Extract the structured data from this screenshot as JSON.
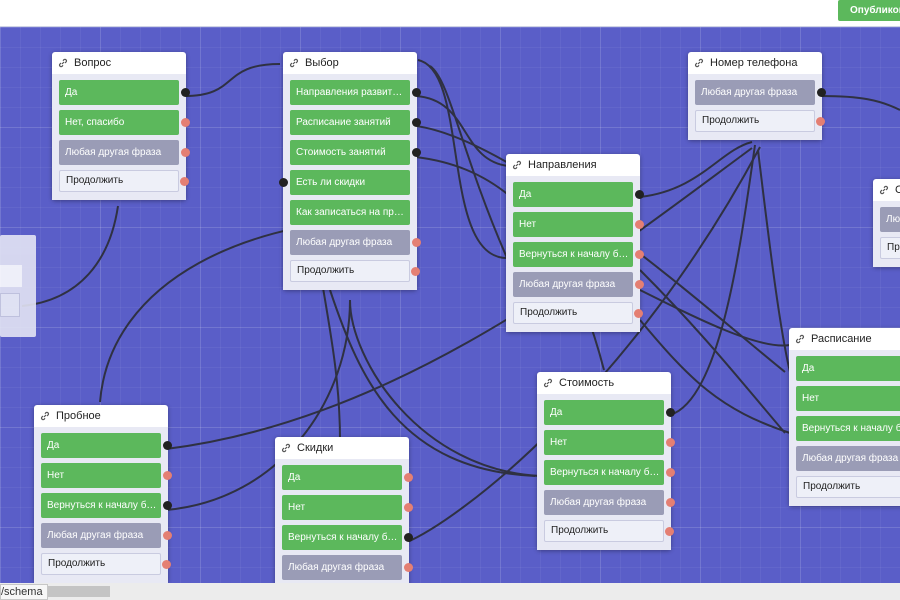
{
  "toolbar": {
    "publish_label": "Опубликова"
  },
  "status": {
    "url": "/schema"
  },
  "colors": {
    "canvas": "#5a5ec8",
    "option": "#5cb85c",
    "fallback": "#9a9cb6",
    "port_empty": "#e47f73",
    "port_linked": "#222222"
  },
  "icons": {
    "card_link": "link-icon"
  },
  "nodes": {
    "vopros": {
      "title": "Вопрос",
      "options": [
        "Да",
        "Нет, спасибо",
        "Любая другая фраза",
        "Продолжить"
      ]
    },
    "vybor": {
      "title": "Выбор",
      "options": [
        "Направления развития р...",
        "Расписание занятий",
        "Стоимость занятий",
        "Есть ли скидки",
        "Как записаться на пробн...",
        "Любая другая фраза",
        "Продолжить"
      ]
    },
    "napravleniya": {
      "title": "Направления",
      "options": [
        "Да",
        "Нет",
        "Вернуться к началу бесе...",
        "Любая другая фраза",
        "Продолжить"
      ]
    },
    "nomer": {
      "title": "Номер телефона",
      "options": [
        "Любая другая фраза",
        "Продолжить"
      ]
    },
    "probnoe": {
      "title": "Пробное",
      "options": [
        "Да",
        "Нет",
        "Вернуться к началу бесе...",
        "Любая другая фраза",
        "Продолжить"
      ]
    },
    "skidki": {
      "title": "Скидки",
      "options": [
        "Да",
        "Нет",
        "Вернуться к началу бесе...",
        "Любая другая фраза"
      ]
    },
    "stoimost": {
      "title": "Стоимость",
      "options": [
        "Да",
        "Нет",
        "Вернуться к началу бесе...",
        "Любая другая фраза",
        "Продолжить"
      ]
    },
    "raspisanie": {
      "title": "Расписание",
      "options": [
        "Да",
        "Нет",
        "Вернуться к началу бесе...",
        "Любая другая фраза",
        "Продолжить"
      ]
    },
    "edge_right": {
      "title": "С",
      "options": [
        "Люб",
        "Про"
      ]
    }
  }
}
